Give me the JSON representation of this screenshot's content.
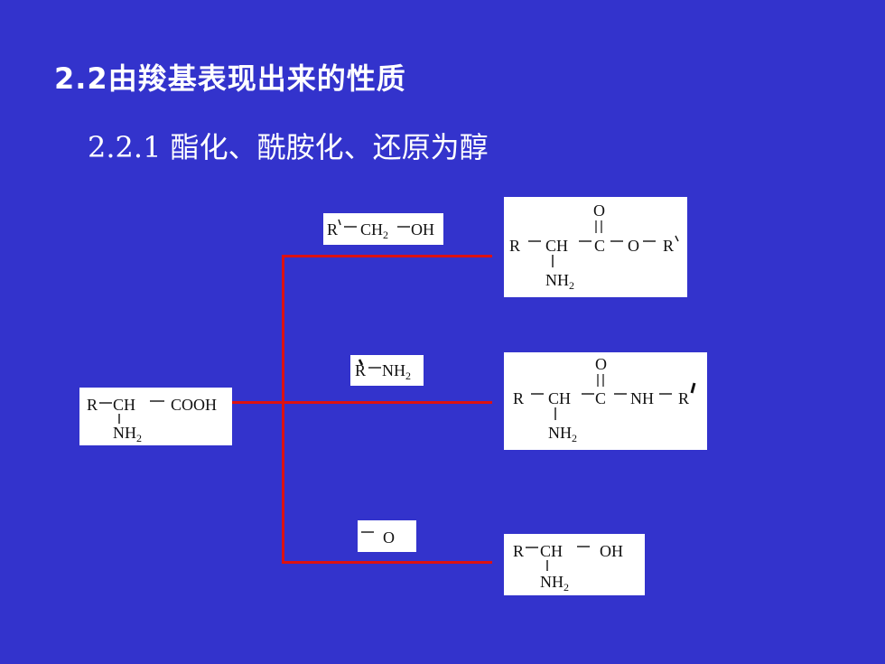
{
  "slide": {
    "title": "2.2由羧基表现出来的性质",
    "subtitle": "2.2.1 酯化、酰胺化、还原为醇"
  },
  "colors": {
    "background": "#3333CC",
    "title_text": "#FFFFFF",
    "arrow_line": "#DD1111",
    "box_fill": "#FFFFFF"
  },
  "reactant": {
    "r": "R",
    "ch": "CH",
    "cooh": "COOH",
    "nh2": "NH",
    "sub2": "2"
  },
  "reagents": {
    "alcohol": {
      "r": "R",
      "ch2": "CH",
      "sub2": "2",
      "oh": "OH"
    },
    "amine": {
      "r": "R",
      "nh2": "NH",
      "sub2": "2"
    },
    "reduction": {
      "o": "O"
    }
  },
  "products": {
    "ester": {
      "r": "R",
      "ch": "CH",
      "c": "C",
      "o_top": "O",
      "o": "O",
      "r2": "R",
      "nh2": "NH",
      "sub2": "2"
    },
    "amide": {
      "r": "R",
      "ch": "CH",
      "c": "C",
      "o_top": "O",
      "nh": "NH",
      "r2": "R",
      "nh2": "NH",
      "sub2": "2"
    },
    "alcohol": {
      "r": "R",
      "ch": "CH",
      "oh": "OH",
      "nh2": "NH",
      "sub2": "2"
    }
  }
}
